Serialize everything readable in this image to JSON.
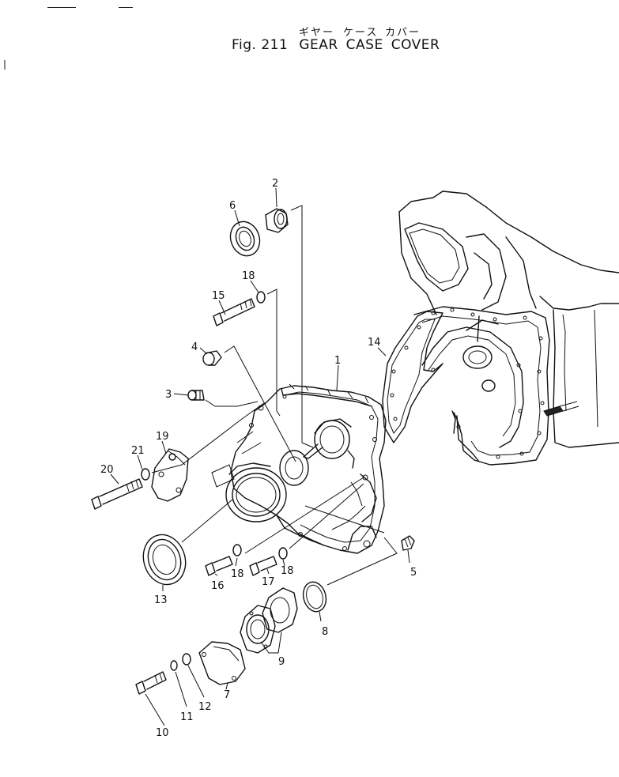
{
  "header": {
    "japanese_labels": [
      "ギヤー",
      "ケース",
      "カバー"
    ],
    "fig_label": "Fig. 211",
    "title_words": [
      "GEAR",
      "CASE",
      "COVER"
    ]
  },
  "callouts": {
    "c1": "1",
    "c2": "2",
    "c3": "3",
    "c4": "4",
    "c5": "5",
    "c6": "6",
    "c7": "7",
    "c8": "8",
    "c9": "9",
    "c10": "10",
    "c11": "11",
    "c12": "12",
    "c13": "13",
    "c14": "14",
    "c15": "15",
    "c16": "16",
    "c17": "17",
    "c18a": "18",
    "c18b": "18",
    "c18c": "18",
    "c19": "19",
    "c20": "20",
    "c21": "21"
  }
}
